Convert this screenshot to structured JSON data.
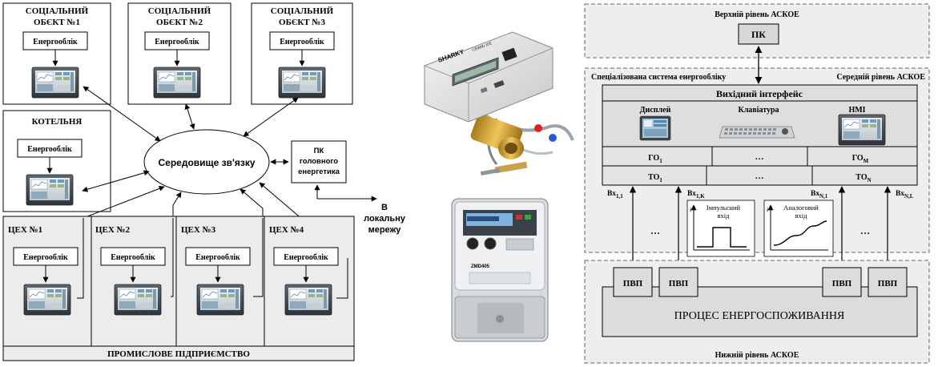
{
  "left": {
    "objects": [
      {
        "title1": "СОЦІАЛЬНИЙ",
        "title2": "ОБЄКТ №1",
        "meter": "Енергооблік"
      },
      {
        "title1": "СОЦІАЛЬНИЙ",
        "title2": "ОБЄКТ №2",
        "meter": "Енергооблік"
      },
      {
        "title1": "СОЦІАЛЬНИЙ",
        "title2": "ОБЄКТ №3",
        "meter": "Енергооблік"
      }
    ],
    "boiler": {
      "title": "КОТЕЛЬНЯ",
      "meter": "Енергооблік"
    },
    "hub": "Середовище зв'язку",
    "pc": {
      "line1": "ПК",
      "line2": "головного",
      "line3": "енергетика"
    },
    "lan": {
      "line1": "В",
      "line2": "локальну",
      "line3": "мережу"
    },
    "workshops": [
      {
        "title": "ЦЕХ №1",
        "meter": "Енергооблік"
      },
      {
        "title": "ЦЕХ №2",
        "meter": "Енергооблік"
      },
      {
        "title": "ЦЕХ №3",
        "meter": "Енергооблік"
      },
      {
        "title": "ЦЕХ №4",
        "meter": "Енергооблік"
      }
    ],
    "plant": "ПРОМИСЛОВЕ ПІДПРИЄМСТВО"
  },
  "middle": {
    "heat_meter_brand": "SHARKY",
    "heat_meter_code": "CE0000 1FE",
    "electric_meter_model": "ZMD405"
  },
  "right": {
    "upper_level": "Верхній рівень АСКОЕ",
    "pc": "ПК",
    "special_system": "Спеціалізована система енергообліку",
    "middle_level": "Середній рівень АСКОЕ",
    "output_interface": "Вихідний інтерфейс",
    "display": "Дисплей",
    "keyboard": "Клавіатура",
    "hmi": "HMI",
    "go_row": {
      "first": "ГО",
      "first_sub": "1",
      "dots": "…",
      "last": "ГО",
      "last_sub": "M"
    },
    "to_row": {
      "first": "ТО",
      "first_sub": "1",
      "dots": "…",
      "last": "ТО",
      "last_sub": "N"
    },
    "inputs": [
      {
        "label": "Вх",
        "sub": "1,1"
      },
      {
        "label": "Вх",
        "sub": "1,K"
      },
      {
        "label": "Вх",
        "sub": "N,1"
      },
      {
        "label": "Вх",
        "sub": "N,L"
      }
    ],
    "dots": "…",
    "pulse": {
      "axis": "i",
      "line1": "Імпульсний",
      "line2": "вхід"
    },
    "analog": {
      "axis": "i",
      "line1": "Аналоговий",
      "line2": "вхід"
    },
    "pvp": [
      "ПВП",
      "ПВП",
      "ПВП",
      "ПВП"
    ],
    "process": "ПРОЦЕС ЕНЕРГОСПОЖИВАННЯ",
    "lower_level": "Нижній рівень АСКОЕ"
  }
}
